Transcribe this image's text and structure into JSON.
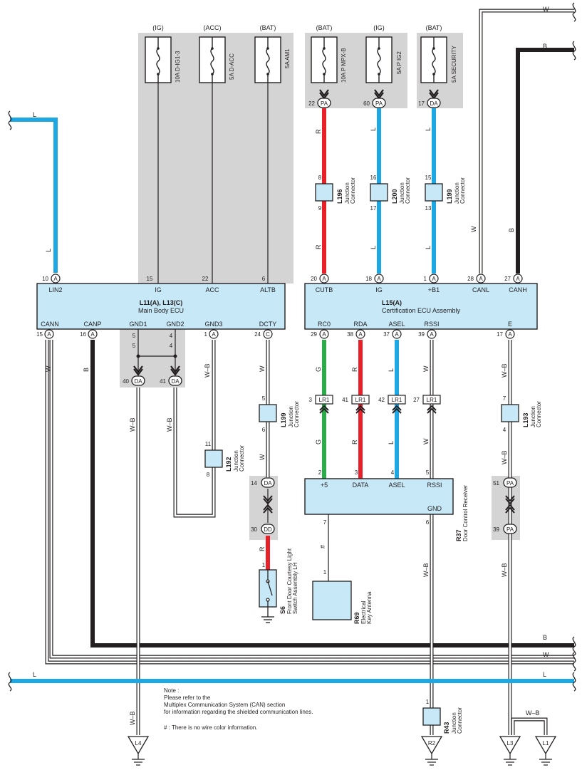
{
  "colors": {
    "L": "#1ea8e3",
    "R": "#e8202a",
    "G": "#2bab4a",
    "B": "#231f20",
    "W": "#ffffff",
    "WB": "#231f20",
    "ecu_fill": "#c6e8f7",
    "shade": "#d4d4d4"
  },
  "top_sources": {
    "ig_1": "(IG)",
    "acc": "(ACC)",
    "bat_1": "(BAT)",
    "bat_2": "(BAT)",
    "ig_2": "(IG)",
    "bat_3": "(BAT)"
  },
  "fuses": {
    "d_ig1_3": "10A D-IG1-3",
    "d_acc": "5A D-ACC",
    "am1": "5A AM1",
    "p_mpx_b": "10A P MPX-B",
    "p_ig2": "5A P IG2",
    "security": "5A SECURITY"
  },
  "top_connectors": {
    "pa_22": "22",
    "pa_60": "60",
    "da_17": "17",
    "pa_label": "PA",
    "da_label": "DA"
  },
  "wire_labels": {
    "L": "L",
    "R": "R",
    "G": "G",
    "B": "B",
    "W": "W",
    "WB": "W–B",
    "hash": "#"
  },
  "junctions": {
    "l196": {
      "id": "L196",
      "desc": "Junction\nConnector",
      "pin_in": "8",
      "pin_out": "9"
    },
    "l200": {
      "id": "L200",
      "desc": "Junction\nConnector",
      "pin_in": "16",
      "pin_out": "17"
    },
    "l199_a": {
      "id": "L199",
      "desc": "Junction\nConnector",
      "pin_in": "15",
      "pin_out": "13"
    },
    "l199_b": {
      "id": "L199",
      "desc": "Junction\nConnector",
      "pin_in": "5",
      "pin_out": "6"
    },
    "l192": {
      "id": "L192",
      "desc": "Junction\nConnector",
      "pin_in": "11",
      "pin_out": "8"
    },
    "l193": {
      "id": "L193",
      "desc": "Junction\nConnector",
      "pin_in": "7",
      "pin_out": "4"
    },
    "r43": {
      "id": "R43",
      "desc": "Junction\nConnector",
      "pin_in": "1"
    }
  },
  "main_body_ecu": {
    "title": "L11(A), L13(C)",
    "subtitle": "Main Body ECU",
    "top_pins": [
      {
        "num": "10",
        "conn": "A",
        "name": "LIN2"
      },
      {
        "num": "15",
        "conn": "",
        "name": "IG"
      },
      {
        "num": "22",
        "conn": "",
        "name": "ACC"
      },
      {
        "num": "6",
        "conn": "",
        "name": "ALTB"
      }
    ],
    "bottom_pins": [
      {
        "num": "15",
        "conn": "A",
        "name": "CANN"
      },
      {
        "num": "16",
        "conn": "A",
        "name": "CANP"
      },
      {
        "num": "5",
        "conn": "",
        "name": "GND1"
      },
      {
        "num": "4",
        "conn": "",
        "name": "GND2"
      },
      {
        "num": "1",
        "conn": "A",
        "name": "GND3"
      },
      {
        "num": "24",
        "conn": "C",
        "name": "DCTY"
      }
    ]
  },
  "cert_ecu": {
    "title": "L15(A)",
    "subtitle": "Certification ECU Assembly",
    "top_pins": [
      {
        "num": "20",
        "conn": "A",
        "name": "CUTB"
      },
      {
        "num": "18",
        "conn": "A",
        "name": "IG"
      },
      {
        "num": "1",
        "conn": "A",
        "name": "+B1"
      },
      {
        "num": "28",
        "conn": "A",
        "name": "CANL"
      },
      {
        "num": "27",
        "conn": "A",
        "name": "CANH"
      }
    ],
    "bottom_pins": [
      {
        "num": "29",
        "conn": "A",
        "name": "RC0"
      },
      {
        "num": "38",
        "conn": "A",
        "name": "RDA"
      },
      {
        "num": "37",
        "conn": "A",
        "name": "ASEL"
      },
      {
        "num": "39",
        "conn": "A",
        "name": "RSSI"
      },
      {
        "num": "17",
        "conn": "A",
        "name": "E"
      }
    ]
  },
  "lr1_connectors": [
    {
      "num": "3",
      "label": "LR1"
    },
    {
      "num": "41",
      "label": "LR1"
    },
    {
      "num": "42",
      "label": "LR1"
    },
    {
      "num": "27",
      "label": "LR1"
    }
  ],
  "ground_connectors": {
    "da_40": "40",
    "da_41": "41",
    "da_label": "DA",
    "da_14": "14",
    "dd_30": "30",
    "dd_label": "DD",
    "pa_51": "51",
    "pa_39": "39",
    "pa_label": "PA",
    "ground_pin_5": "5",
    "ground_pin_4": "4"
  },
  "door_receiver": {
    "id": "R37",
    "name": "Door Control Receiver",
    "pins": [
      {
        "num": "2",
        "name": "+5"
      },
      {
        "num": "3",
        "name": "DATA"
      },
      {
        "num": "4",
        "name": "ASEL"
      },
      {
        "num": "5",
        "name": "RSSI"
      }
    ],
    "pin_7": "7",
    "pin_6": "6",
    "gnd": "GND"
  },
  "switch_s6": {
    "id": "S6",
    "name": "Front Door Courtesy Light\nSwitch Assembly LH",
    "pin": "1"
  },
  "antenna_r69": {
    "id": "R69",
    "name": "Electrical\nKey Antenna",
    "pin": "1"
  },
  "grounds": {
    "l4": "L4",
    "r2": "R2",
    "l3": "L3",
    "l1": "L1"
  },
  "note": {
    "line1": "Note :",
    "line2": "Please refer to the",
    "line3": "Multiplex Communication System (CAN) section",
    "line4": "for information regarding the shielded communication lines.",
    "line5": "# : There is no wire color information."
  }
}
